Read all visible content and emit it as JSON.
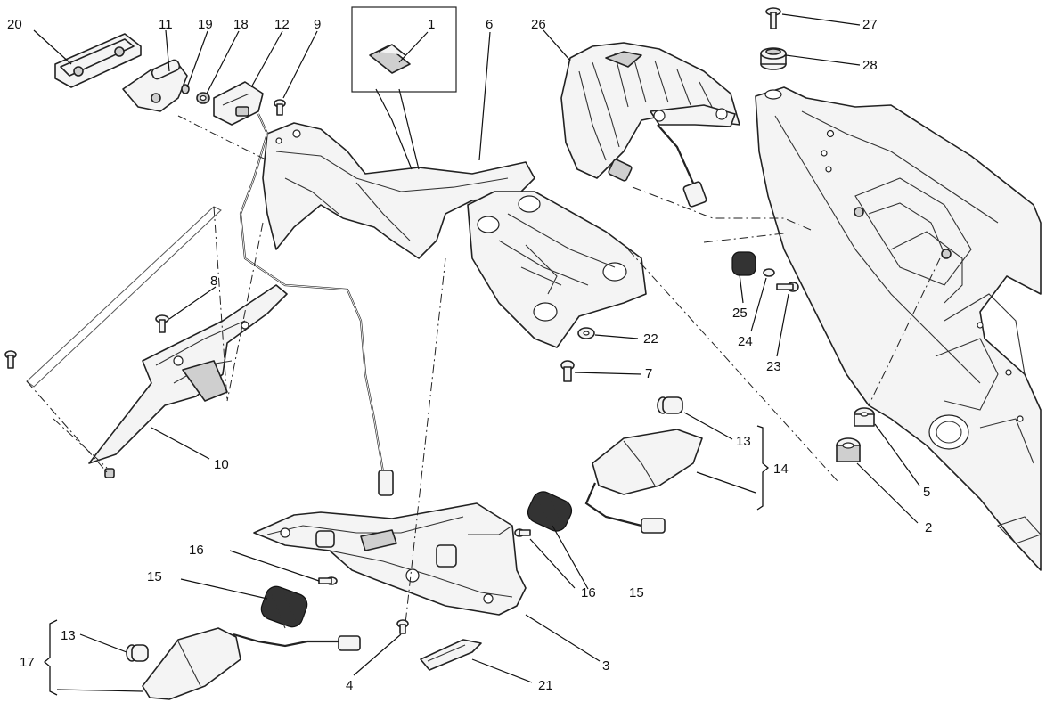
{
  "diagram": {
    "callouts": {
      "c1": "1",
      "c2": "2",
      "c3": "3",
      "c4": "4",
      "c5": "5",
      "c6": "6",
      "c7": "7",
      "c8": "8",
      "c9": "9",
      "c10": "10",
      "c11": "11",
      "c12": "12",
      "c13a": "13",
      "c13b": "13",
      "c14": "14",
      "c15a": "15",
      "c15b": "15",
      "c16a": "16",
      "c16b": "16",
      "c17": "17",
      "c18": "18",
      "c19": "19",
      "c20": "20",
      "c21": "21",
      "c22": "22",
      "c23": "23",
      "c24": "24",
      "c25": "25",
      "c26": "26",
      "c27": "27",
      "c28": "28"
    }
  }
}
